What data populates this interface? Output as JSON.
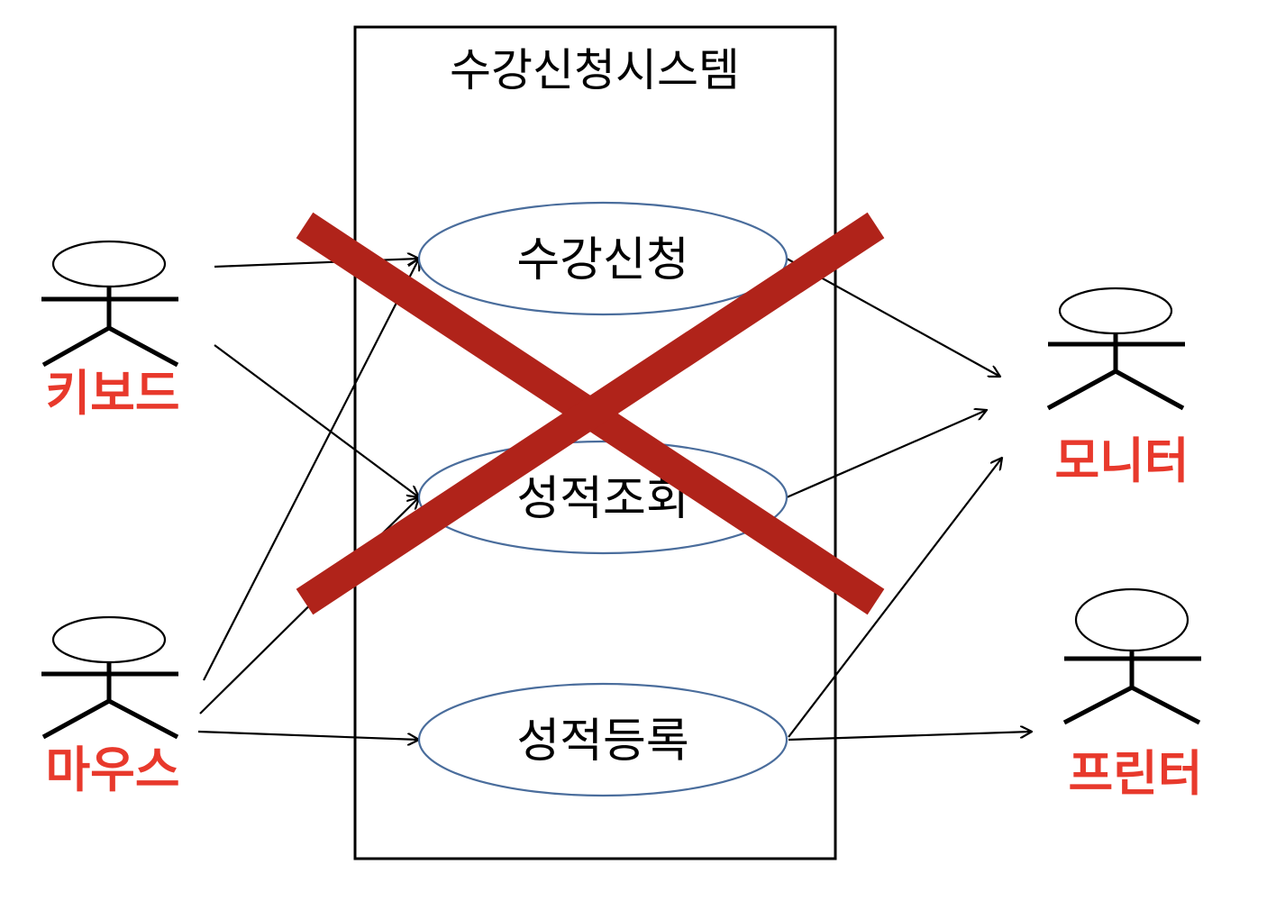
{
  "system": {
    "title": "수강신청시스템"
  },
  "use_cases": [
    {
      "id": "register",
      "label": "수강신청"
    },
    {
      "id": "grade-view",
      "label": "성적조회"
    },
    {
      "id": "grade-entry",
      "label": "성적등록"
    }
  ],
  "actors": [
    {
      "id": "keyboard",
      "label": "키보드"
    },
    {
      "id": "mouse",
      "label": "마우스"
    },
    {
      "id": "monitor",
      "label": "모니터"
    },
    {
      "id": "printer",
      "label": "프린터"
    }
  ],
  "associations": [
    {
      "from": "keyboard",
      "to": "register"
    },
    {
      "from": "keyboard",
      "to": "grade-view"
    },
    {
      "from": "mouse",
      "to": "register"
    },
    {
      "from": "mouse",
      "to": "grade-view"
    },
    {
      "from": "mouse",
      "to": "grade-entry"
    },
    {
      "from": "register",
      "to": "monitor"
    },
    {
      "from": "grade-view",
      "to": "monitor"
    },
    {
      "from": "grade-entry",
      "to": "monitor"
    },
    {
      "from": "grade-entry",
      "to": "printer"
    }
  ],
  "colors": {
    "actor_label": "#e8392c",
    "usecase_border": "#4a6d9c",
    "cross_mark": "#b0231a",
    "line": "#000000"
  },
  "cross_mark_icon": "x-mark-icon"
}
